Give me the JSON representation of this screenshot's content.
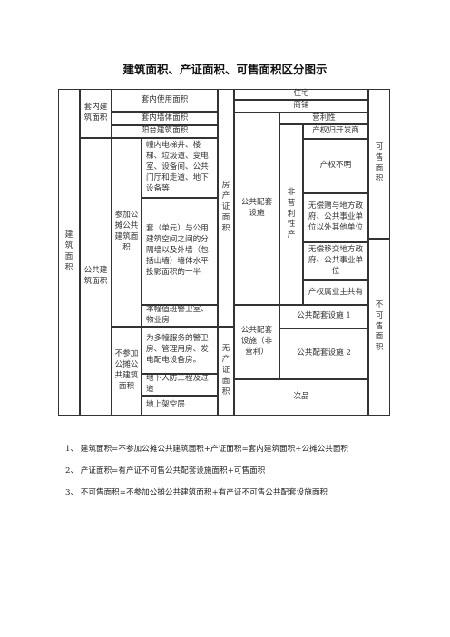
{
  "title": "建筑面积、产证面积、可售面积区分图示",
  "table": {
    "left": {
      "jianzhu_mianji": "建筑面积",
      "taonei_jianzhu_mianji": "套内建筑面积",
      "taonei_shiyong": "套内使用面积",
      "taonei_qiangti": "套内墙体面积",
      "yangtai": "阳台建筑面积",
      "gonggong_jianzhu_mianji": "公共建筑面积",
      "canjia_fentan": "参加公摊公共建筑面积",
      "zhuangnei_dianti": "幢内电梯井、楼梯、垃圾道、变电室、设备间、公共门厅和走道、地下设备等",
      "tao_danyuan": "套（单元）与公用建筑空间之间的分隔墙以及外墙（包括山墙）墙体水平投影面积的一半",
      "benzhuang_zhiban": "本幢值班警卫室、物业房",
      "bucanjia_fentan": "不参加公摊公共建筑面积",
      "duozhuang_fuwu": "为多幢服务的警卫房、管理用房、发电配电设备房。",
      "dixia_renfang": "地下人防工程及过道",
      "dishang_jiakong": "地上架空层"
    },
    "middle": {
      "fang_chanzheng": "房产证面积",
      "wu_chanzheng": "无产证面积"
    },
    "right": {
      "zhuzhai": "住宅",
      "shangpu": "商铺",
      "yingli_xing": "营利性",
      "gonggong_peitao": "公共配套设施",
      "fei_yingli": "非营利性产",
      "chanquan_kaifa": "产权归开发商",
      "chanquan_buming": "产权不明",
      "wuchang_zengyu": "无偿赠与地方政府、公共事业单位以外其他单位",
      "wuchang_yijiao": "无偿移交地方政府、公共事业单位",
      "chanquan_gongyou": "产权属业主共有",
      "gonggong_peitao_fei": "公共配套设施（非营利）",
      "peitao_1": "公共配套设施 1",
      "peitao_2": "公共配套设施 2",
      "cipin": "次品",
      "kesho": "可售面积",
      "bukesho": "不可售面积"
    }
  },
  "notes": [
    "1、 建筑面积=不参加公摊公共建筑面积+产证面积=套内建筑面积+公摊公共面积",
    "2、 产证面积=有产证不可售公共配套设施面积+可售面积",
    "3、 不可售面积=不参加公摊公共建筑面积+有产证不可售公共配套设施面积"
  ]
}
